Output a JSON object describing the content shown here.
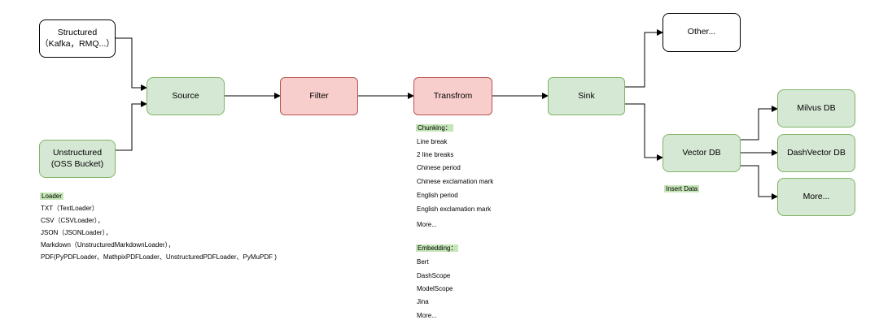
{
  "nodes": {
    "structured": "Structured\n（Kafka，RMQ...）",
    "unstructured": "Unstructured\n(OSS Bucket)",
    "source": "Source",
    "filter": "Filter",
    "transform": "Transfrom",
    "sink": "Sink",
    "other": "Other...",
    "vector_db": "Vector DB",
    "milvus": "Milvus DB",
    "dashvector": "DashVector DB",
    "more": "More..."
  },
  "loader": {
    "title": "Loader",
    "items": [
      "TXT（TextLoader）",
      "CSV（CSVLoader），",
      "JSON（JSONLoader），",
      "Markdown（UnstructuredMarkdownLoader），",
      "PDF(PyPDFLoader、MathpixPDFLoader、UnstructuredPDFLoader、PyMuPDF )"
    ]
  },
  "chunking": {
    "title": "Chunking：",
    "items": [
      "Line break",
      "2 line breaks",
      "Chinese period",
      "Chinese exclamation mark",
      "English period",
      "English exclamation mark",
      "More..."
    ]
  },
  "embedding": {
    "title": "Embedding：",
    "items": [
      "Bert",
      "DashScope",
      "ModelScope",
      "Jina",
      "More..."
    ]
  },
  "insert_data": "Insert Data",
  "colors": {
    "green_fill": "#d5e8d4",
    "green_stroke": "#82b366",
    "red_fill": "#f8cecc",
    "red_stroke": "#b85450",
    "highlight": "#c6e6b8"
  }
}
